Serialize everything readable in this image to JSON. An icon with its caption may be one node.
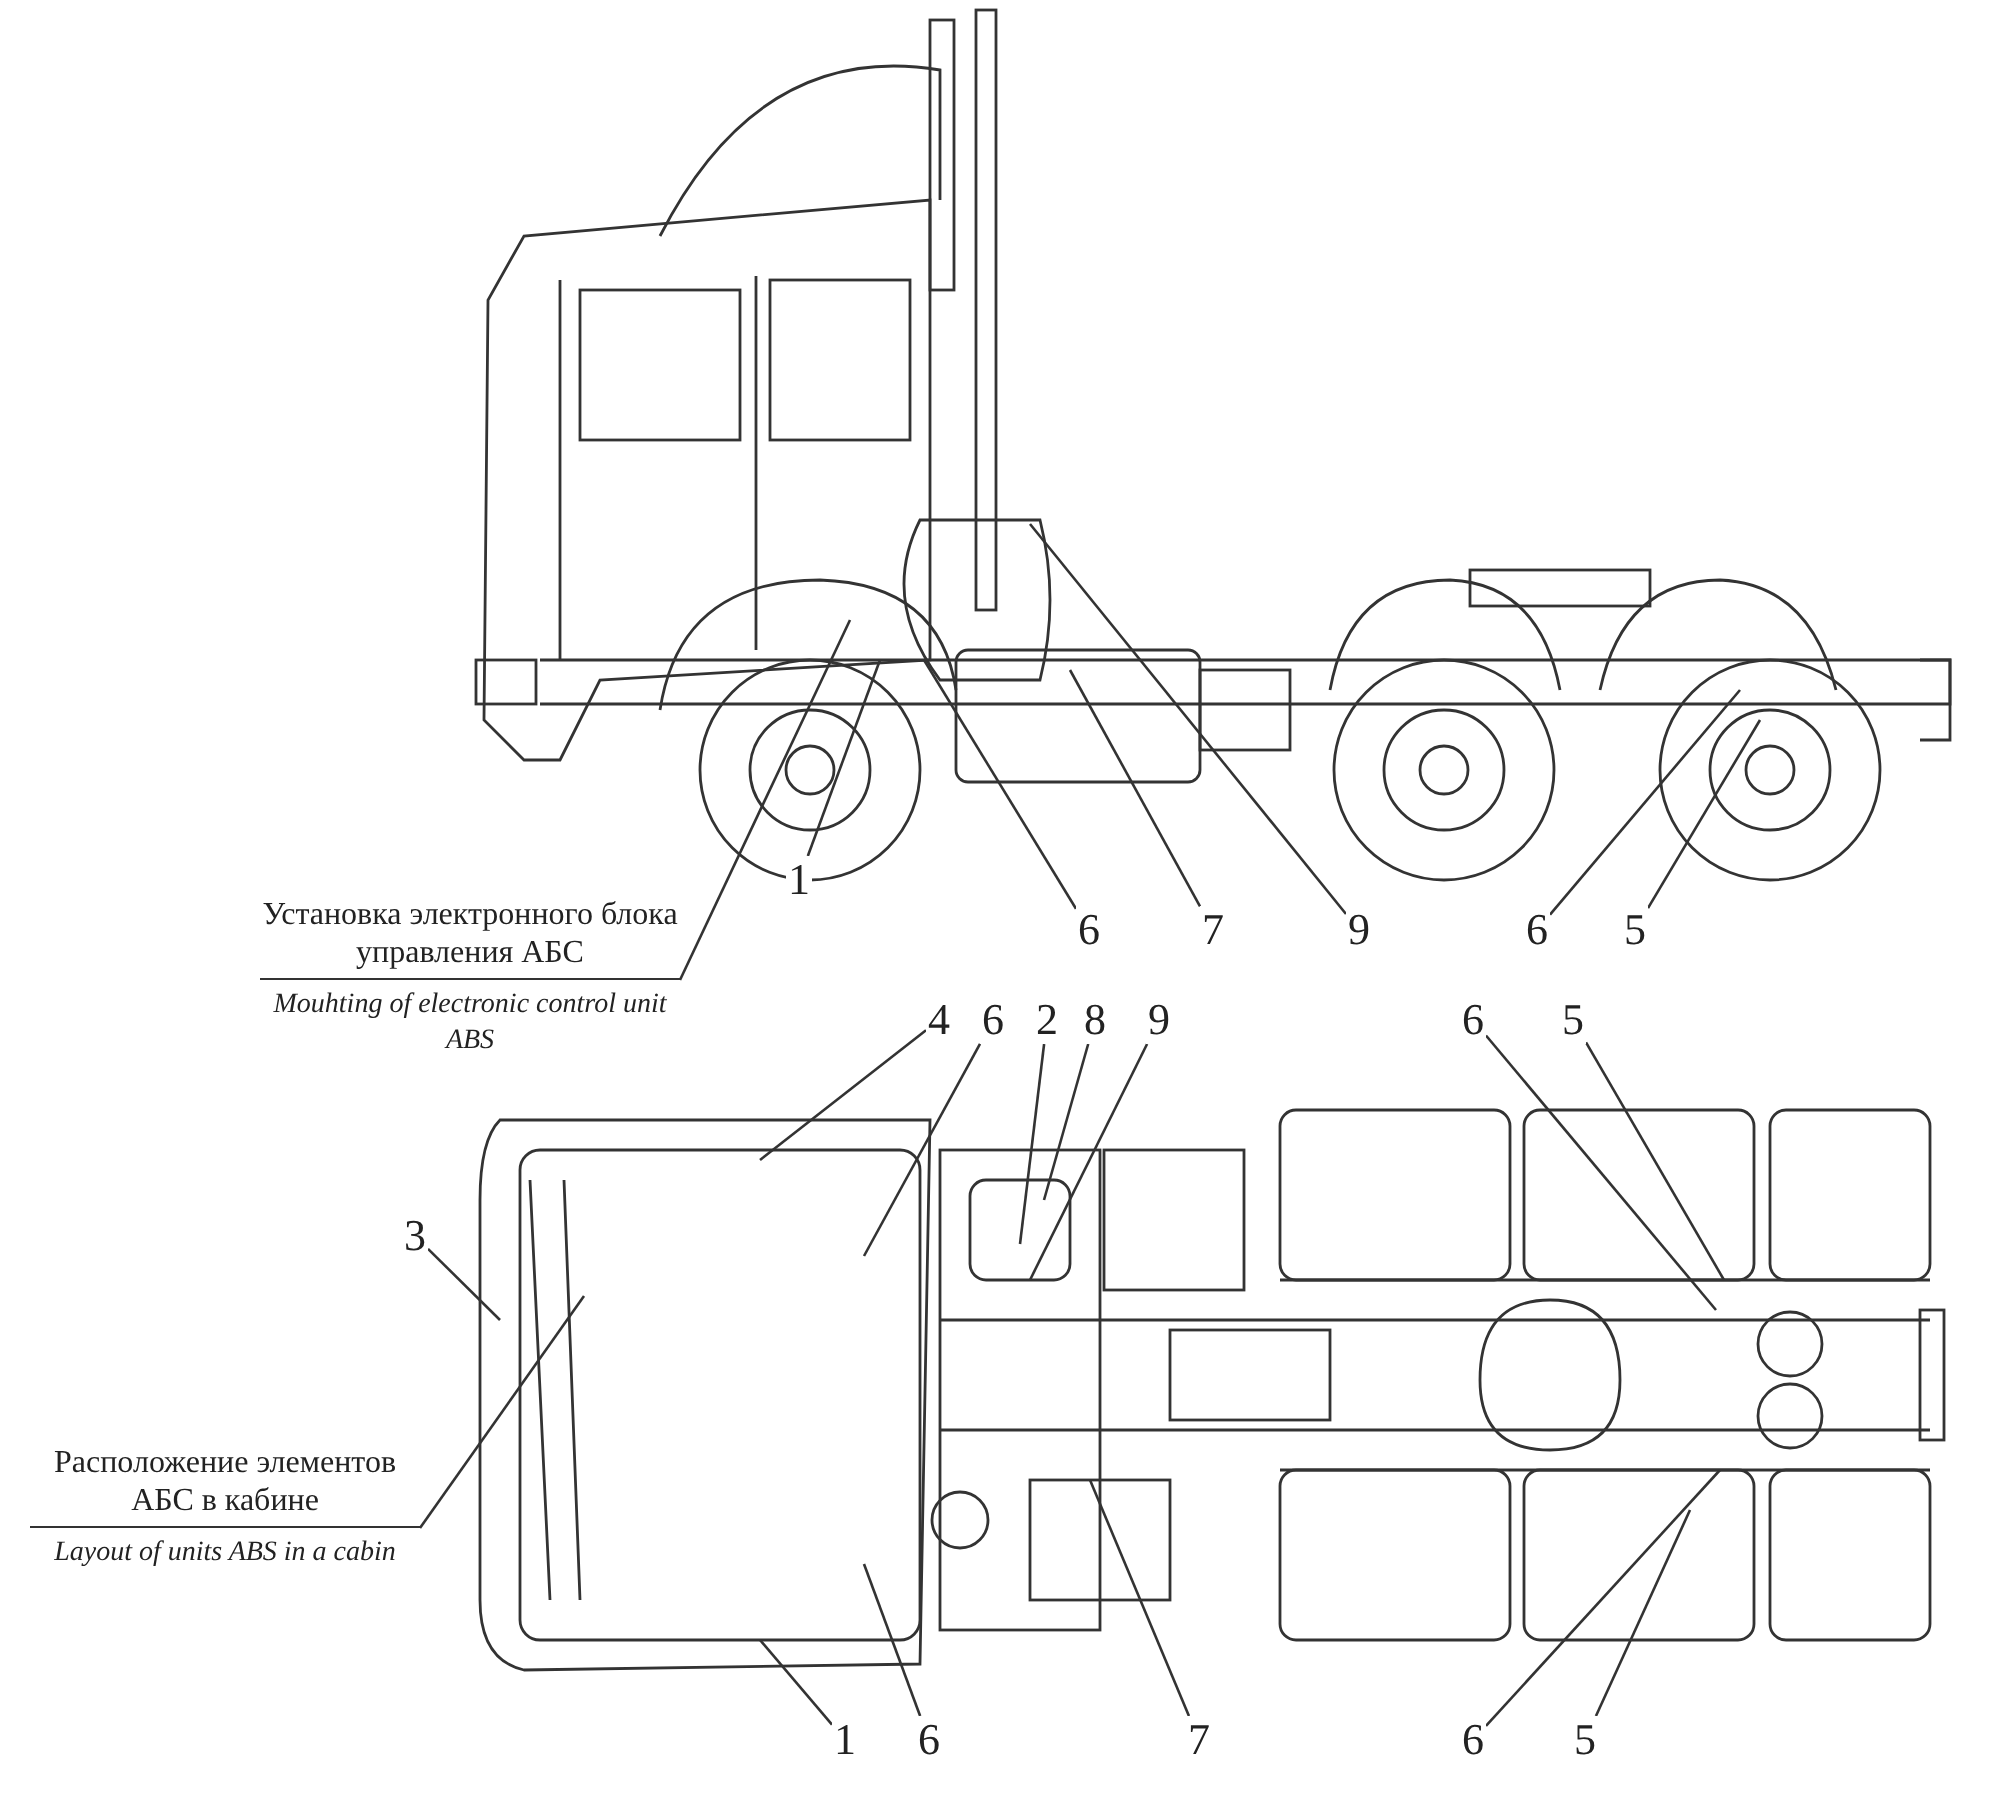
{
  "diagram": {
    "nodes": [
      {
        "text": [
          "Установка электронного блока управления АБС",
          "Mouhting of electronic control unit ABS"
        ]
      },
      {
        "text": [
          "1"
        ]
      },
      {
        "text": [
          "6"
        ]
      },
      {
        "text": [
          "7"
        ]
      },
      {
        "text": [
          "9"
        ]
      },
      {
        "text": [
          "6"
        ]
      },
      {
        "text": [
          "5"
        ]
      },
      {
        "text": [
          "4"
        ]
      },
      {
        "text": [
          "6"
        ]
      },
      {
        "text": [
          "2"
        ]
      },
      {
        "text": [
          "8"
        ]
      },
      {
        "text": [
          "9"
        ]
      },
      {
        "text": [
          "6"
        ]
      },
      {
        "text": [
          "5"
        ]
      },
      {
        "text": [
          "3"
        ]
      },
      {
        "text": [
          "Расположение элементов АБС в кабине",
          "Layout of units ABS in a cabin"
        ]
      },
      {
        "text": [
          "1"
        ]
      },
      {
        "text": [
          "6"
        ]
      },
      {
        "text": [
          "7"
        ]
      },
      {
        "text": [
          "6"
        ]
      },
      {
        "text": [
          "5"
        ]
      }
    ],
    "edges": [
      {
        "from": 0,
        "to": null,
        "arrow": "none"
      },
      {
        "from": 1,
        "to": null,
        "arrow": "none"
      },
      {
        "from": 2,
        "to": null,
        "arrow": "none"
      },
      {
        "from": 3,
        "to": null,
        "arrow": "none"
      },
      {
        "from": 4,
        "to": null,
        "arrow": "none"
      },
      {
        "from": 5,
        "to": null,
        "arrow": "none"
      },
      {
        "from": 6,
        "to": null,
        "arrow": "none"
      },
      {
        "from": 7,
        "to": null,
        "arrow": "none"
      },
      {
        "from": 8,
        "to": null,
        "arrow": "none"
      },
      {
        "from": 9,
        "to": null,
        "arrow": "none"
      },
      {
        "from": 10,
        "to": null,
        "arrow": "none"
      },
      {
        "from": 11,
        "to": null,
        "arrow": "none"
      },
      {
        "from": 12,
        "to": null,
        "arrow": "none"
      },
      {
        "from": 13,
        "to": null,
        "arrow": "none"
      },
      {
        "from": 14,
        "to": null,
        "arrow": "none"
      },
      {
        "from": 15,
        "to": null,
        "arrow": "none"
      },
      {
        "from": 16,
        "to": null,
        "arrow": "none"
      },
      {
        "from": 17,
        "to": null,
        "arrow": "none"
      },
      {
        "from": 18,
        "to": null,
        "arrow": "none"
      },
      {
        "from": 19,
        "to": null,
        "arrow": "none"
      },
      {
        "from": 20,
        "to": null,
        "arrow": "none"
      }
    ]
  }
}
